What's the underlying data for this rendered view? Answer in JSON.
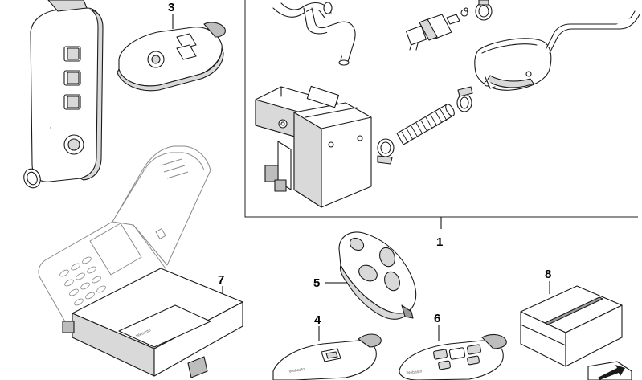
{
  "callouts": {
    "c1": "1",
    "c3": "3",
    "c4": "4",
    "c5": "5",
    "c6": "6",
    "c7": "7",
    "c8": "8"
  },
  "icons": {
    "key_fob_tall": "key-fob-icon",
    "fob_small": "remote-fob-icon",
    "phone": "flip-phone-icon",
    "control_unit": "control-unit-icon",
    "heater_kit": "auxiliary-heater-icon",
    "box": "package-icon",
    "arrow": "arrow-icon"
  },
  "colors": {
    "line": "#1a1a1a",
    "shade": "#d9d9d9",
    "phone_line": "#8a8a8a"
  }
}
